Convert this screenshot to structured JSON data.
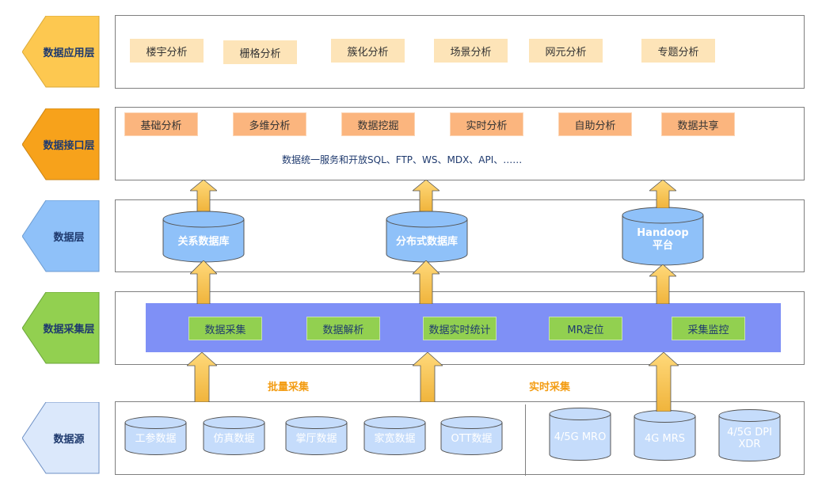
{
  "layers": {
    "app": {
      "label": "数据应用层",
      "color": "#fdc850"
    },
    "interface": {
      "label": "数据接口层",
      "color": "#f7a21b"
    },
    "data": {
      "label": "数据层",
      "color": "#8fc1f9"
    },
    "collection": {
      "label": "数据采集层",
      "color": "#92d050"
    },
    "source": {
      "label": "数据源",
      "color": "#dbe8fb"
    }
  },
  "app_items": [
    "楼宇分析",
    "栅格分析",
    "簇化分析",
    "场景分析",
    "网元分析",
    "专题分析"
  ],
  "interface_items": [
    "基础分析",
    "多维分析",
    "数据挖掘",
    "实时分析",
    "自助分析",
    "数据共享"
  ],
  "interface_note": "数据统一服务和开放SQL、FTP、WS、MDX、API、……",
  "databases": [
    {
      "label": "关系数据库"
    },
    {
      "label": "分布式数据库"
    },
    {
      "label": "Handoop\n平台"
    }
  ],
  "collection_items": [
    "数据采集",
    "数据解析",
    "数据实时统计",
    "MR定位",
    "采集监控"
  ],
  "collection_modes": {
    "batch": "批量采集",
    "realtime": "实时采集"
  },
  "sources_batch": [
    "工参数据",
    "仿真数据",
    "掌厅数据",
    "家宽数据",
    "OTT数据"
  ],
  "sources_realtime": [
    "4/5G MRO",
    "4G MRS",
    "4/5G DPI\nXDR"
  ],
  "colors": {
    "arrow_top": "#ffd97a",
    "arrow_bottom": "#f0b43c",
    "db_fill": "#8fc1f9",
    "src_fill": "#c5dcfb"
  }
}
